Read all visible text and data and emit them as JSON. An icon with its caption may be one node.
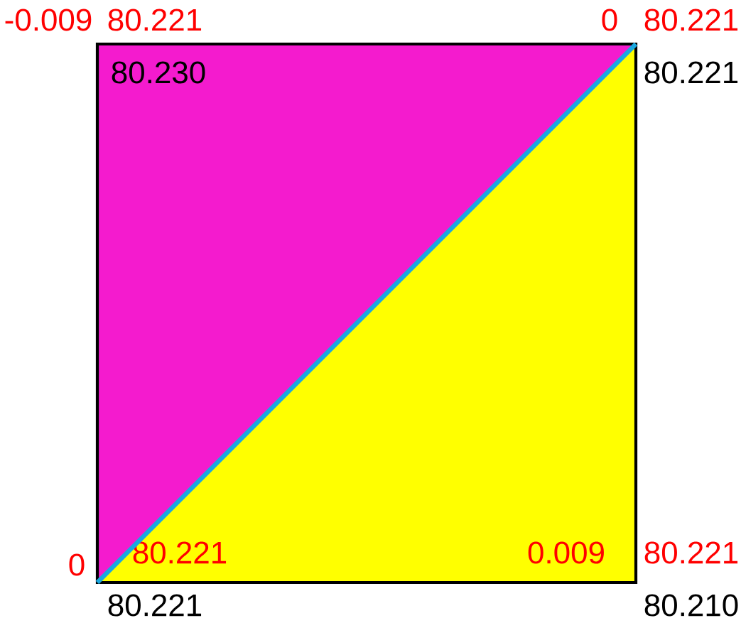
{
  "diagram": {
    "nodes": [
      {
        "text": [
          "80.230"
        ]
      },
      {
        "text": [
          "80.221",
          "0.009"
        ]
      }
    ],
    "labels": [
      "-0.009",
      "80.221",
      "0",
      "80.221",
      "80.221",
      "0",
      "80.221",
      "80.221",
      "80.210"
    ]
  }
}
